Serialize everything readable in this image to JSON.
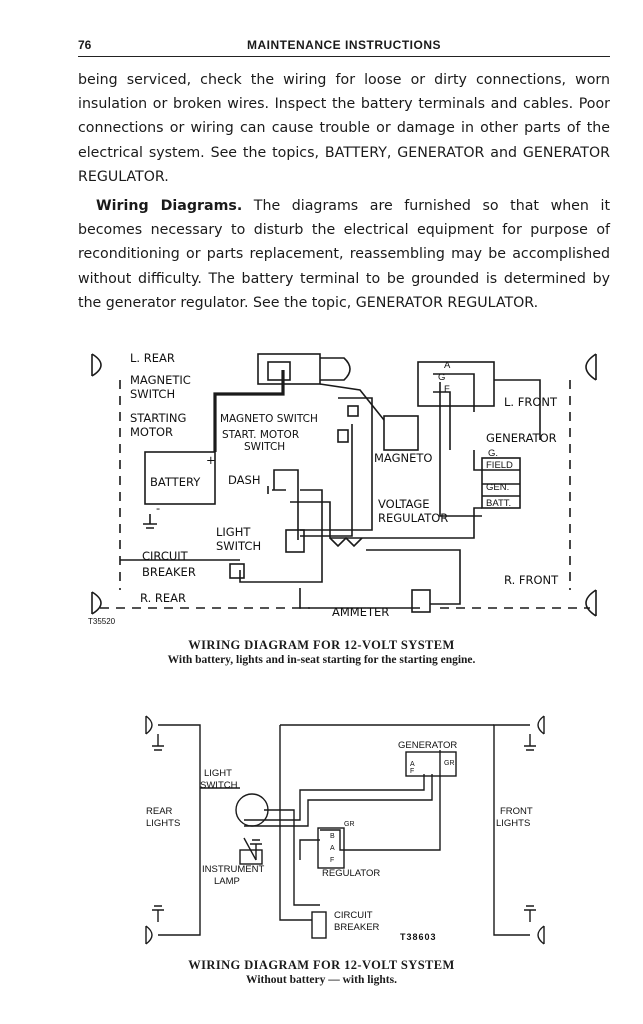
{
  "header": {
    "page_number": "76",
    "title": "MAINTENANCE INSTRUCTIONS"
  },
  "paragraph1": "being serviced, check the wiring for loose or dirty connections, worn insulation or broken wires. Inspect the battery terminals and cables. Poor connections or wiring can cause trouble or damage in other parts of the electrical system. See the topics, BATTERY, GENERATOR and GENERATOR REGULATOR.",
  "paragraph2": {
    "lead": "Wiring Diagrams.",
    "text": " The diagrams are furnished so that when it becomes necessary to disturb the electrical equipment for purpose of reconditioning or parts replacement, reassembling may be accomplished without difficulty. The battery terminal to be grounded is determined by the generator regulator. See the topic, GENERATOR REGULATOR."
  },
  "diagram1": {
    "labels": {
      "l_rear": "L. REAR",
      "magnetic_switch_1": "MAGNETIC",
      "magnetic_switch_2": "SWITCH",
      "starting_motor_1": "STARTING",
      "starting_motor_2": "MOTOR",
      "magneto_switch": "MAGNETO SWITCH",
      "start_motor_switch_1": "START. MOTOR",
      "start_motor_switch_2": "SWITCH",
      "battery": "BATTERY",
      "dash": "DASH",
      "light_switch_1": "LIGHT",
      "light_switch_2": "SWITCH",
      "circuit_breaker_1": "CIRCUIT",
      "circuit_breaker_2": "BREAKER",
      "r_rear": "R. REAR",
      "ammeter": "AMMETER",
      "magneto": "MAGNETO",
      "voltage_regulator_1": "VOLTAGE",
      "voltage_regulator_2": "REGULATOR",
      "generator": "GENERATOR",
      "l_front": "L. FRONT",
      "r_front": "R. FRONT",
      "term_a": "A",
      "term_g": "G",
      "term_f": "F",
      "term_g2": "G.",
      "field": "FIELD",
      "gen": "GEN.",
      "batt": "BATT.",
      "plus": "+",
      "minus": "-",
      "code": "T35520"
    },
    "caption_title": "WIRING DIAGRAM FOR 12-VOLT SYSTEM",
    "caption_sub": "With battery, lights and in-seat starting for the starting engine."
  },
  "diagram2": {
    "labels": {
      "generator": "GENERATOR",
      "a": "A",
      "f": "F",
      "gr": "GR",
      "light_switch_1": "LIGHT",
      "light_switch_2": "SWITCH",
      "rear_lights_1": "REAR",
      "rear_lights_2": "LIGHTS",
      "front_lights_1": "FRONT",
      "front_lights_2": "LIGHTS",
      "instrument_lamp_1": "INSTRUMENT",
      "instrument_lamp_2": "LAMP",
      "regulator": "REGULATOR",
      "reg_gr": "GR",
      "reg_b": "B",
      "reg_a": "A",
      "reg_f": "F",
      "circuit_breaker_1": "CIRCUIT",
      "circuit_breaker_2": "BREAKER",
      "code": "T38603"
    },
    "caption_title": "WIRING DIAGRAM FOR 12-VOLT SYSTEM",
    "caption_sub": "Without battery — with lights."
  }
}
